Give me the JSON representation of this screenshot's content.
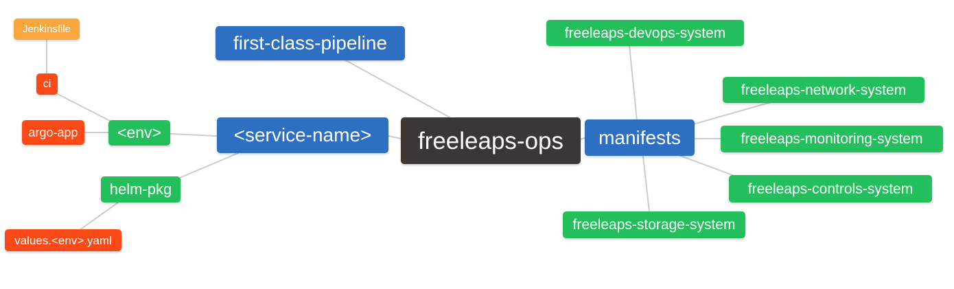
{
  "colors": {
    "root": "#3b3734",
    "blue": "#2d6fc2",
    "green": "#23bf5d",
    "red": "#fb4a17",
    "orange": "#f9a63c",
    "edge": "#cccccc",
    "node_text": "#ffffff",
    "background": "#ffffff"
  },
  "nodes": {
    "root": {
      "label": "freeleaps-ops"
    },
    "first_class_pipeline": {
      "label": "first-class-pipeline"
    },
    "service_name": {
      "label": "<service-name>"
    },
    "manifests": {
      "label": "manifests"
    },
    "env": {
      "label": "<env>"
    },
    "helm_pkg": {
      "label": "helm-pkg"
    },
    "ci": {
      "label": "ci"
    },
    "argo_app": {
      "label": "argo-app"
    },
    "jenkinsfile": {
      "label": "Jenkinsfile"
    },
    "values_env_yaml": {
      "label": "values.<env>.yaml"
    },
    "devops_system": {
      "label": "freeleaps-devops-system"
    },
    "network_system": {
      "label": "freeleaps-network-system"
    },
    "monitoring_system": {
      "label": "freeleaps-monitoring-system"
    },
    "controls_system": {
      "label": "freeleaps-controls-system"
    },
    "storage_system": {
      "label": "freeleaps-storage-system"
    }
  },
  "edges": [
    {
      "from": "jenkinsfile",
      "to": "ci"
    },
    {
      "from": "ci",
      "to": "env"
    },
    {
      "from": "argo_app",
      "to": "env"
    },
    {
      "from": "env",
      "to": "service_name"
    },
    {
      "from": "helm_pkg",
      "to": "service_name"
    },
    {
      "from": "values_env_yaml",
      "to": "helm_pkg"
    },
    {
      "from": "first_class_pipeline",
      "to": "root"
    },
    {
      "from": "service_name",
      "to": "root"
    },
    {
      "from": "root",
      "to": "manifests"
    },
    {
      "from": "manifests",
      "to": "devops_system"
    },
    {
      "from": "manifests",
      "to": "network_system"
    },
    {
      "from": "manifests",
      "to": "monitoring_system"
    },
    {
      "from": "manifests",
      "to": "controls_system"
    },
    {
      "from": "manifests",
      "to": "storage_system"
    }
  ]
}
